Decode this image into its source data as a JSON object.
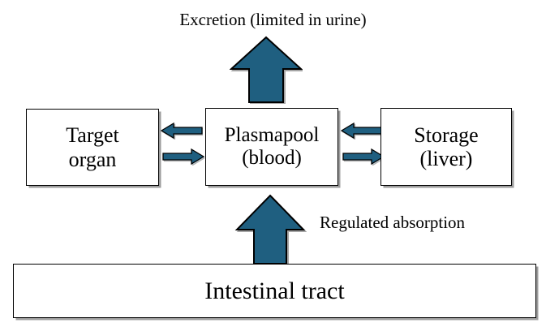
{
  "diagram": {
    "title": "Excretion (limited in urine)",
    "type": "flow-diagram",
    "accent_color": "#1f5f80",
    "outline_color": "#000000",
    "box_fill_color": "#ffffff",
    "background_color": "#ffffff",
    "nodes": [
      {
        "id": "target-organ",
        "label": "Target\norgan"
      },
      {
        "id": "plasma-pool",
        "label": "Plasmapool\n(blood)"
      },
      {
        "id": "storage-liver",
        "label": "Storage\n(liver)"
      },
      {
        "id": "intestinal-tract",
        "label": "Intestinal tract"
      }
    ],
    "labels": {
      "excretion": "Excretion (limited in urine)",
      "absorption": "Regulated absorption"
    },
    "edges": [
      {
        "id": "excretion-out",
        "from": "plasma-pool",
        "to": "excretion",
        "direction": "up",
        "style": "block-arrow",
        "label": "Excretion (limited in urine)"
      },
      {
        "id": "plasma-to-target",
        "from": "plasma-pool",
        "to": "target-organ",
        "direction": "left",
        "style": "thin-arrow"
      },
      {
        "id": "target-to-plasma",
        "from": "target-organ",
        "to": "plasma-pool",
        "direction": "right",
        "style": "thin-arrow"
      },
      {
        "id": "storage-to-plasma",
        "from": "storage-liver",
        "to": "plasma-pool",
        "direction": "left",
        "style": "thin-arrow"
      },
      {
        "id": "plasma-to-storage",
        "from": "plasma-pool",
        "to": "storage-liver",
        "direction": "right",
        "style": "thin-arrow"
      },
      {
        "id": "absorption-in",
        "from": "intestinal-tract",
        "to": "plasma-pool",
        "direction": "up",
        "style": "block-arrow",
        "label": "Regulated absorption"
      }
    ]
  }
}
